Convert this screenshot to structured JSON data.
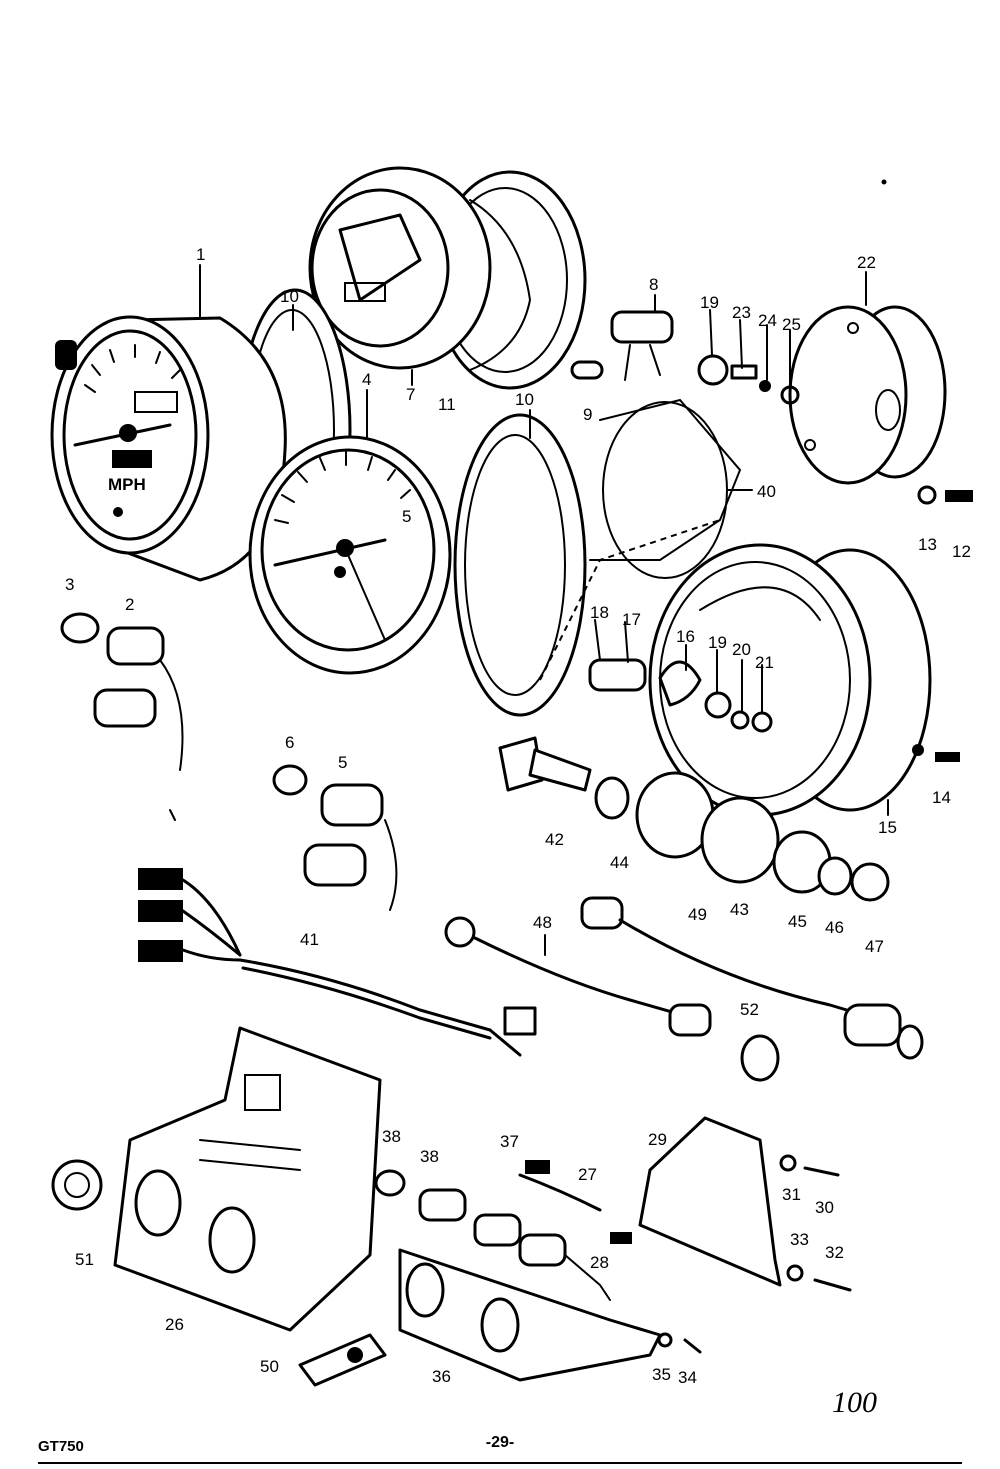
{
  "callouts": [
    "1",
    "2",
    "3",
    "4",
    "5",
    "6",
    "7",
    "8",
    "9",
    "10",
    "10",
    "11",
    "12",
    "13",
    "14",
    "15",
    "16",
    "17",
    "18",
    "19",
    "19",
    "20",
    "21",
    "22",
    "23",
    "24",
    "25",
    "26",
    "27",
    "28",
    "29",
    "30",
    "31",
    "32",
    "33",
    "34",
    "35",
    "36",
    "37",
    "38",
    "38",
    "40",
    "41",
    "42",
    "43",
    "44",
    "45",
    "46",
    "47",
    "48",
    "49",
    "50",
    "51",
    "52"
  ],
  "gauge_text": {
    "speedo_unit": "MPH",
    "tacho_mark": "5"
  },
  "figure_number": "100",
  "footer": {
    "model": "GT750",
    "page": "-29-"
  }
}
